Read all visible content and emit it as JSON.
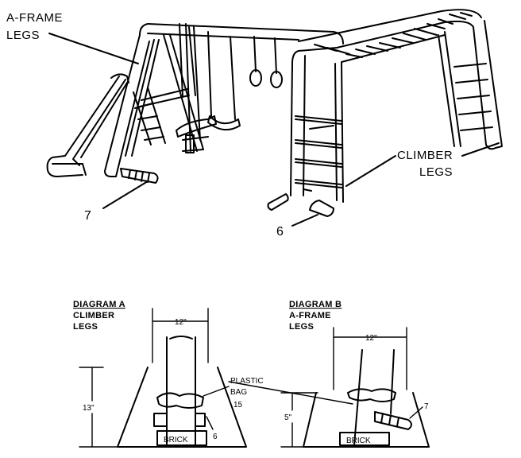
{
  "top_illustration": {
    "label_aframe_line1": "A-FRAME",
    "label_aframe_line2": "LEGS",
    "label_climber_line1": "CLIMBER",
    "label_climber_line2": "LEGS",
    "callout_7": "7",
    "callout_6": "6"
  },
  "diagram_a": {
    "title": "DIAGRAM A",
    "subtitle_line1": "CLIMBER",
    "subtitle_line2": "LEGS",
    "width_dim": "12\"",
    "height_dim": "13\"",
    "bag_line1": "PLASTIC",
    "bag_line2": "BAG",
    "bag_num": "15",
    "brick": "BRICK",
    "part_num": "6"
  },
  "diagram_b": {
    "title": "DIAGRAM B",
    "subtitle_line1": "A-FRAME",
    "subtitle_line2": "LEGS",
    "width_dim": "12\"",
    "height_dim": "5\"",
    "brick": "BRICK",
    "part_num": "7"
  }
}
